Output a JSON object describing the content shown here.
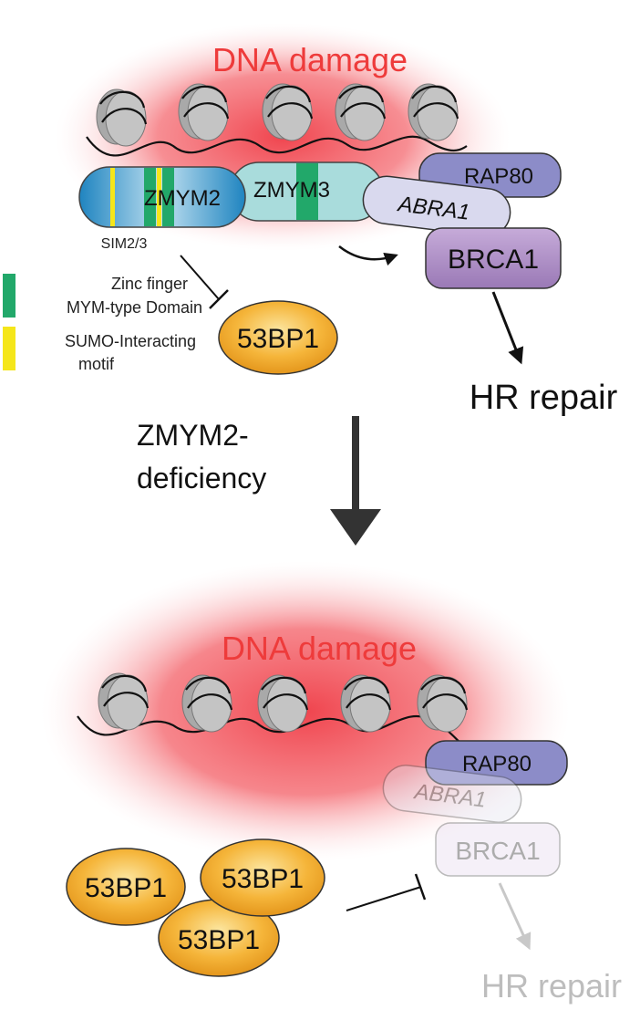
{
  "top_panel": {
    "damage_label": "DNA damage",
    "zmym2_label": "ZMYM2",
    "zmym3_label": "ZMYM3",
    "sim_label": "SIM2/3",
    "rap80_label": "RAP80",
    "abra1_label": "ABRA1",
    "brca1_label": "BRCA1",
    "p53bp1_label": "53BP1",
    "hr_repair_label": "HR repair"
  },
  "legend": {
    "zinc_finger_line1": "Zinc finger",
    "zinc_finger_line2": "MYM-type Domain",
    "sumo_line1": "SUMO-Interacting",
    "sumo_line2": "motif",
    "zinc_finger_color": "#22a86a",
    "sumo_color": "#f5e61a"
  },
  "transition": {
    "line1": "ZMYM2-",
    "line2": "deficiency"
  },
  "bottom_panel": {
    "damage_label": "DNA damage",
    "rap80_label": "RAP80",
    "abra1_label": "ABRA1",
    "brca1_label": "BRCA1",
    "p53bp1_a": "53BP1",
    "p53bp1_b": "53BP1",
    "p53bp1_c": "53BP1",
    "hr_repair_label": "HR repair"
  },
  "colors": {
    "damage_red": "#ee3b3b",
    "nucleosome_gray": "#b3b3b3",
    "zmym2_blue": "#2a8fc4",
    "zmym3_teal": "#a9dcdc",
    "rap80_purple": "#8c8cc8",
    "abra1_lavender": "#d9d9ee",
    "brca1_violet": "#a98ac2",
    "p53bp1_orange": "#f0a92a"
  }
}
